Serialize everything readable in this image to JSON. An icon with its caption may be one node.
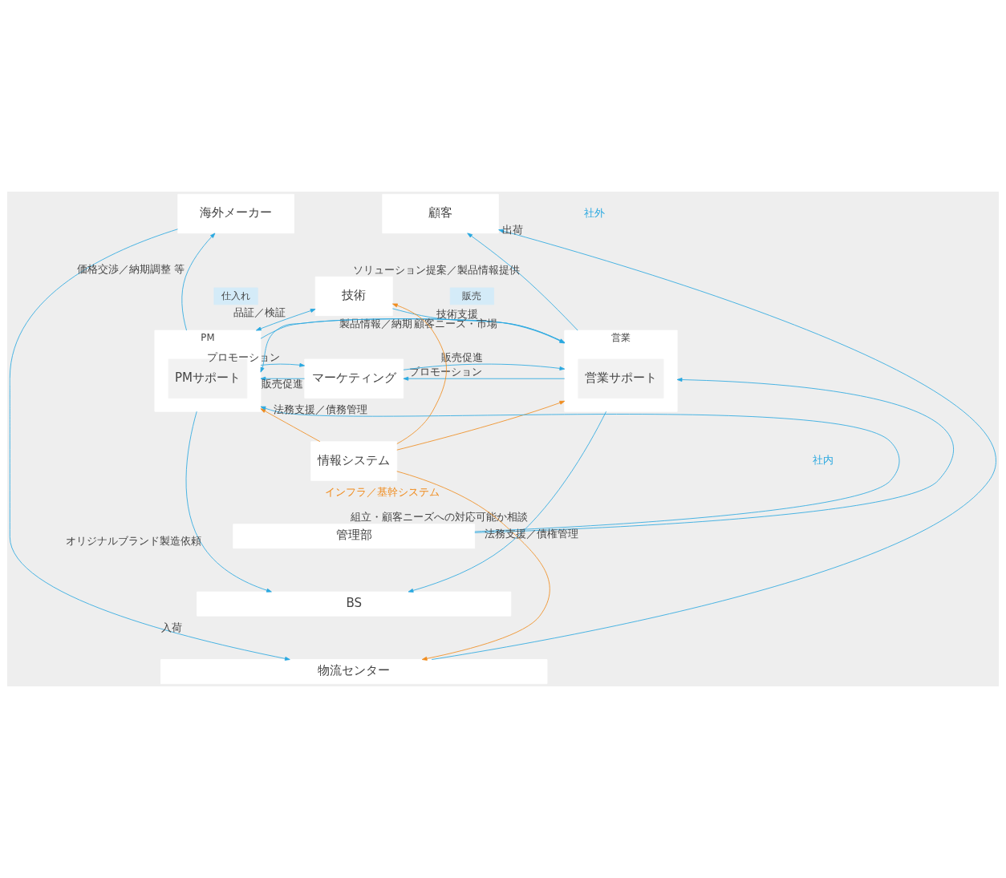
{
  "diagram": {
    "nodes": [
      {
        "text": [
          "海外メーカー"
        ]
      },
      {
        "text": [
          "顧客"
        ]
      },
      {
        "text": [
          "PM"
        ]
      },
      {
        "text": [
          "PMサポート"
        ],
        "in": 2
      },
      {
        "text": [
          "技術"
        ]
      },
      {
        "text": [
          "営業"
        ]
      },
      {
        "text": [
          "営業サポート"
        ],
        "in": 5
      },
      {
        "text": [
          "マーケティング"
        ]
      },
      {
        "text": [
          "情報システム"
        ]
      },
      {
        "text": [
          "管理部"
        ]
      },
      {
        "text": [
          "BS"
        ]
      },
      {
        "text": [
          "物流センター"
        ]
      },
      {
        "text": [
          "仕入れ"
        ]
      },
      {
        "text": [
          "販売"
        ]
      }
    ],
    "edges": [
      {
        "from": 0,
        "to": 11,
        "arrow": "to",
        "label": "入荷"
      },
      {
        "from": 2,
        "to": 0,
        "arrow": "to",
        "label": "価格交渉／納期調整 等"
      },
      {
        "from": 5,
        "to": 1,
        "arrow": "to",
        "label": "ソリューション提案／製品情報提供"
      },
      {
        "from": 11,
        "to": 1,
        "arrow": "to",
        "label": "出荷"
      },
      {
        "from": 2,
        "to": 4,
        "arrow": "both",
        "label": "品証／検証"
      },
      {
        "from": 4,
        "to": 5,
        "arrow": "to",
        "label": "技術支援"
      },
      {
        "from": 2,
        "to": 5,
        "arrow": "to",
        "label": "製品情報／納期"
      },
      {
        "from": 5,
        "to": 2,
        "arrow": "to",
        "label": "顧客ニーズ・市場"
      },
      {
        "from": 2,
        "to": 7,
        "arrow": "to",
        "label": "プロモーション"
      },
      {
        "from": 7,
        "to": 2,
        "arrow": "to",
        "label": "販売促進"
      },
      {
        "from": 5,
        "to": 7,
        "arrow": "to",
        "label": "プロモーション"
      },
      {
        "from": 7,
        "to": 5,
        "arrow": "to",
        "label": "販売促進"
      },
      {
        "from": 8,
        "to": 4,
        "arrow": "to",
        "color": "#f08c1e"
      },
      {
        "from": 8,
        "to": 2,
        "arrow": "to",
        "color": "#f08c1e"
      },
      {
        "from": 8,
        "to": 5,
        "arrow": "to",
        "color": "#f08c1e"
      },
      {
        "from": 8,
        "to": 11,
        "arrow": "to",
        "label": "インフラ／基幹システム",
        "color": "#f08c1e"
      },
      {
        "from": 9,
        "to": 2,
        "arrow": "to",
        "label": "法務支援／債務管理"
      },
      {
        "from": 9,
        "to": 5,
        "arrow": "to",
        "label": "法務支援／債権管理"
      },
      {
        "from": 2,
        "to": 10,
        "arrow": "to",
        "label": "オリジナルブランド製造依頼"
      },
      {
        "from": 5,
        "to": 10,
        "arrow": "to",
        "label": "組立・顧客ニーズへの対応可能か相談"
      }
    ],
    "labels": [
      "社外",
      "社内"
    ]
  }
}
